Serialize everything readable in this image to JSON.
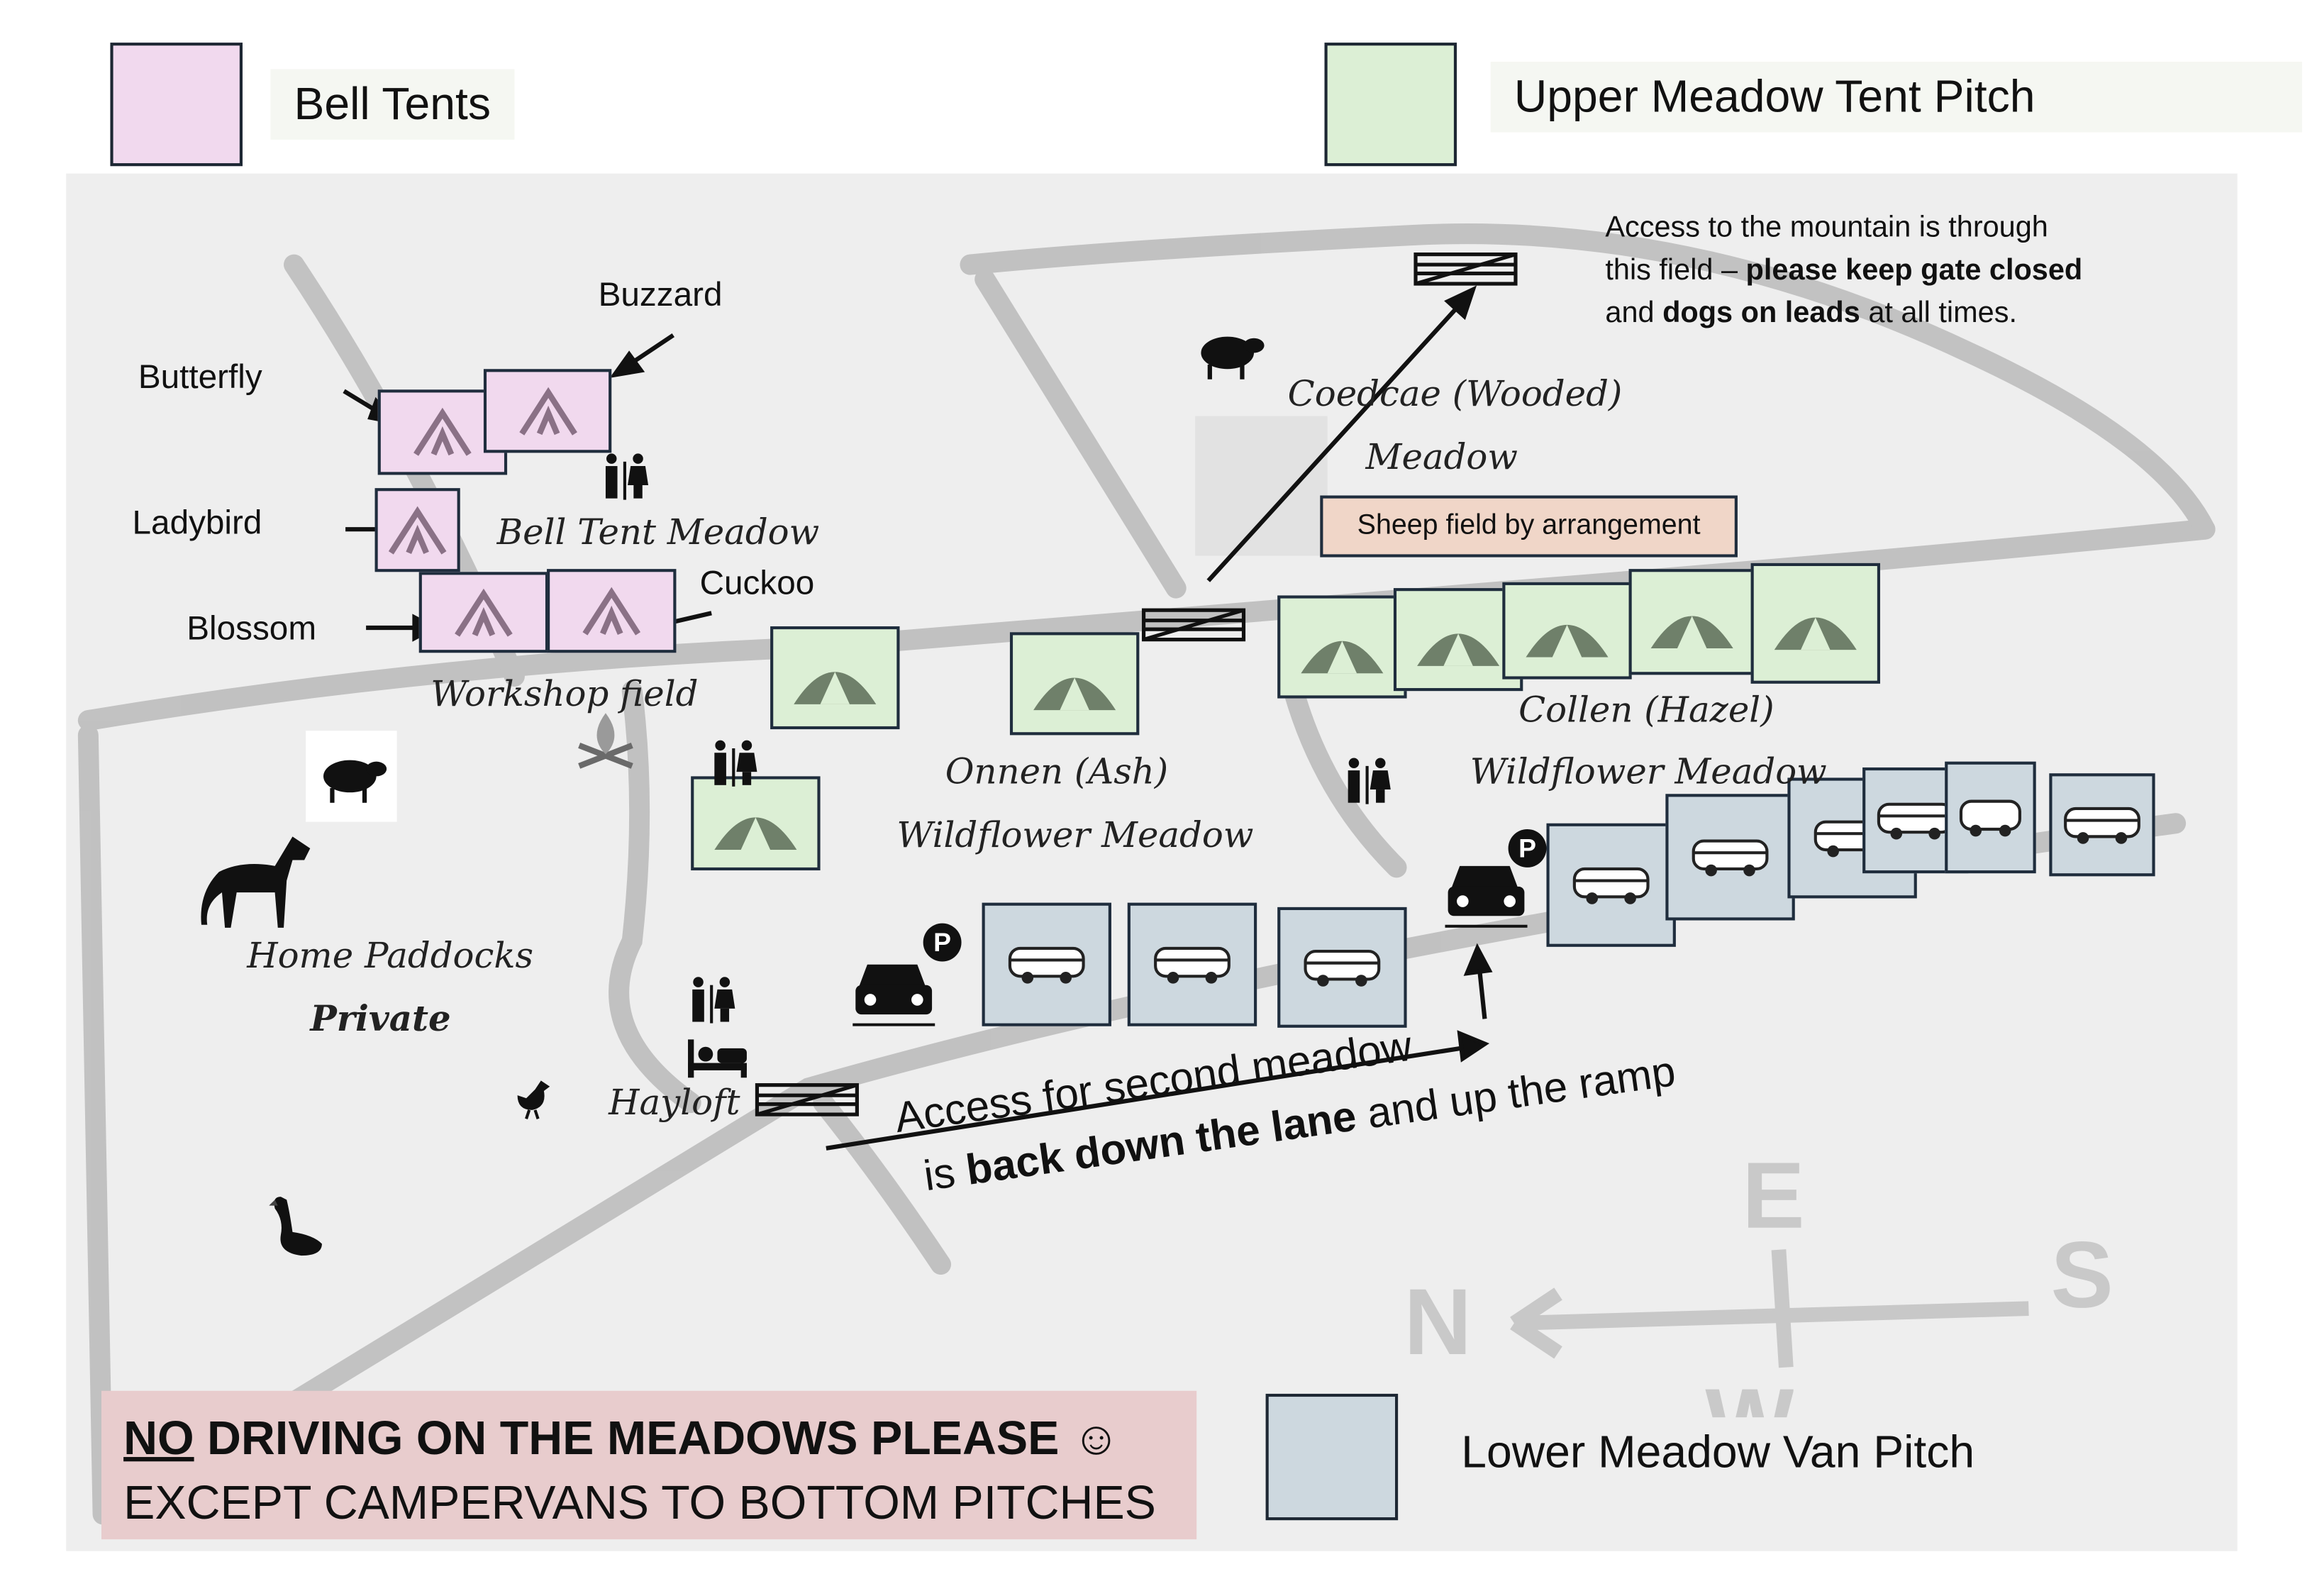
{
  "legend": {
    "bell_tents": "Bell Tents",
    "upper_meadow": "Upper Meadow Tent Pitch",
    "lower_meadow": "Lower Meadow Van Pitch",
    "colors": {
      "bell": "#f1d9ee",
      "tent": "#dcefd5",
      "van": "#cdd8df"
    }
  },
  "bell_tents": [
    "Buzzard",
    "Butterfly",
    "Ladybird",
    "Cuckoo",
    "Blossom"
  ],
  "fields": {
    "bell_tent_meadow": "Bell Tent Meadow",
    "workshop_field": "Workshop field",
    "coedcae_1": "Coedcae (Wooded)",
    "coedcae_2": "Meadow",
    "onnen_1": "Onnen (Ash)",
    "onnen_2": "Wildflower Meadow",
    "collen_1": "Collen (Hazel)",
    "collen_2": "Wildflower Meadow",
    "home_1": "Home Paddocks",
    "home_2": "Private",
    "hayloft": "Hayloft"
  },
  "sheep_field": "Sheep field by arrangement",
  "mountain_note": {
    "l1": "Access to the mountain is through",
    "l2a": "this field – ",
    "l2b": "please keep gate closed",
    "l3a": "and ",
    "l3b": "dogs on leads",
    "l3c": " at all times."
  },
  "access_note": {
    "l1": "Access for second meadow",
    "l2a": "is ",
    "l2b": "back down the lane",
    "l2c": " and up the ramp"
  },
  "warning": {
    "no": "NO",
    "l1": " DRIVING ON THE MEADOWS PLEASE ☺",
    "l2": "EXCEPT CAMPERVANS TO BOTTOM PITCHES"
  },
  "parking_label": "P",
  "compass": {
    "n": "N",
    "e": "E",
    "s": "S",
    "w": "W"
  }
}
